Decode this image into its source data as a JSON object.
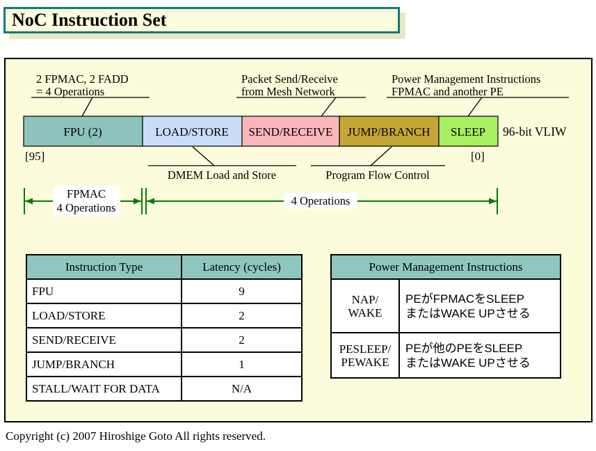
{
  "title": "NoC Instruction Set",
  "diagram": {
    "ann_top": [
      {
        "l1": "2 FPMAC, 2 FADD",
        "l2": "= 4 Operations"
      },
      {
        "l1": "Packet Send/Receive",
        "l2": "from Mesh Network"
      },
      {
        "l1": "Power Management Instructions",
        "l2": "FPMAC and another PE"
      }
    ],
    "segments": [
      {
        "label": "FPU (2)",
        "color": "#8CC3BD"
      },
      {
        "label": "LOAD/STORE",
        "color": "#C9DDF9"
      },
      {
        "label": "SEND/RECEIVE",
        "color": "#F9B7BC"
      },
      {
        "label": "JUMP/BRANCH",
        "color": "#C5A634"
      },
      {
        "label": "SLEEP",
        "color": "#A9EF61"
      }
    ],
    "vliw_label": "96-bit VLIW",
    "bit_high": "[95]",
    "bit_low": "[0]",
    "ann_bottom": [
      {
        "label": "DMEM Load and Store"
      },
      {
        "label": "Program Flow Control"
      }
    ],
    "span_left_l1": "FPMAC",
    "span_left_l2": "4 Operations",
    "span_right": "4 Operations"
  },
  "latency_table": {
    "headers": [
      "Instruction Type",
      "Latency (cycles)"
    ],
    "rows": [
      [
        "FPU",
        "9"
      ],
      [
        "LOAD/STORE",
        "2"
      ],
      [
        "SEND/RECEIVE",
        "2"
      ],
      [
        "JUMP/BRANCH",
        "1"
      ],
      [
        "STALL/WAIT FOR DATA",
        "N/A"
      ]
    ]
  },
  "power_table": {
    "header": "Power Management Instructions",
    "rows": [
      {
        "name": [
          "NAP/",
          "WAKE"
        ],
        "desc": [
          "PEがFPMACをSLEEP",
          "またはWAKE UPさせる"
        ]
      },
      {
        "name": [
          "PESLEEP/",
          "PEWAKE"
        ],
        "desc": [
          "PEが他のPEをSLEEP",
          "またはWAKE UPさせる"
        ]
      }
    ]
  },
  "footer": "Copyright (c) 2007 Hiroshige Goto All rights reserved.",
  "colors": {
    "panel_bg": "#FCFBDC",
    "title_bg": "#FDFCDD",
    "title_border": "#0E7A78",
    "title_shadow": "#E8E9C3",
    "table_header_bg": "#8FC7C0",
    "arrow_green": "#067A06"
  }
}
